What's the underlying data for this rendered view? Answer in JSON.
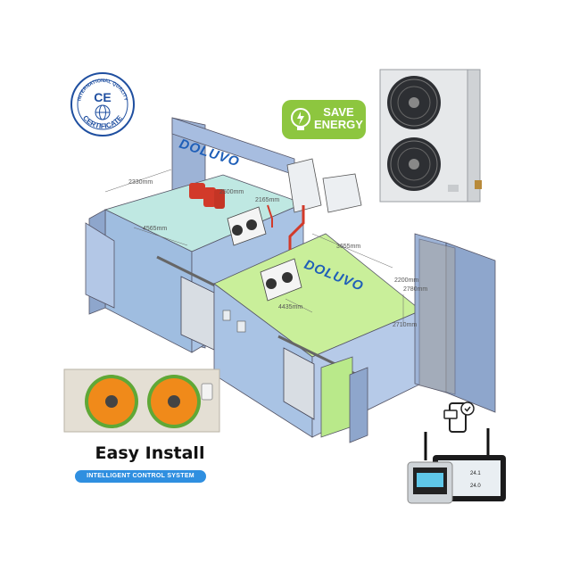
{
  "certificate": {
    "top_text": "INTERNATIONAL QUALITY",
    "bottom_text": "CERTIFICATE",
    "mark": "CE"
  },
  "badge": {
    "line1": "SAVE",
    "line2": "ENERGY",
    "icon": "bulb-icon",
    "color": "#8dc63f"
  },
  "brand": {
    "name": "DOLUVO",
    "color": "#1f5fb8"
  },
  "dimensions": {
    "left_depth": "2330mm",
    "left_height": "2500mm",
    "left_length": "4565mm",
    "mid_width": "2165mm",
    "right_length": "3655mm",
    "right_depth": "4435mm",
    "right_height": "2710mm",
    "right_side_a": "2200mm",
    "right_side_b": "2780mm"
  },
  "evaporator_panel": {
    "title": "Easy Install",
    "subtitle": "INTELLIGENT CONTROL SYSTEM"
  },
  "controller": {
    "reading_1": "24.1",
    "reading_2": "24.0",
    "icon": "phone-remote-icon"
  },
  "colors": {
    "left_room": "#bfe8e2",
    "right_room": "#c9ef9a",
    "wall": "#8fa6c8",
    "pipe": "#d23a2a"
  }
}
